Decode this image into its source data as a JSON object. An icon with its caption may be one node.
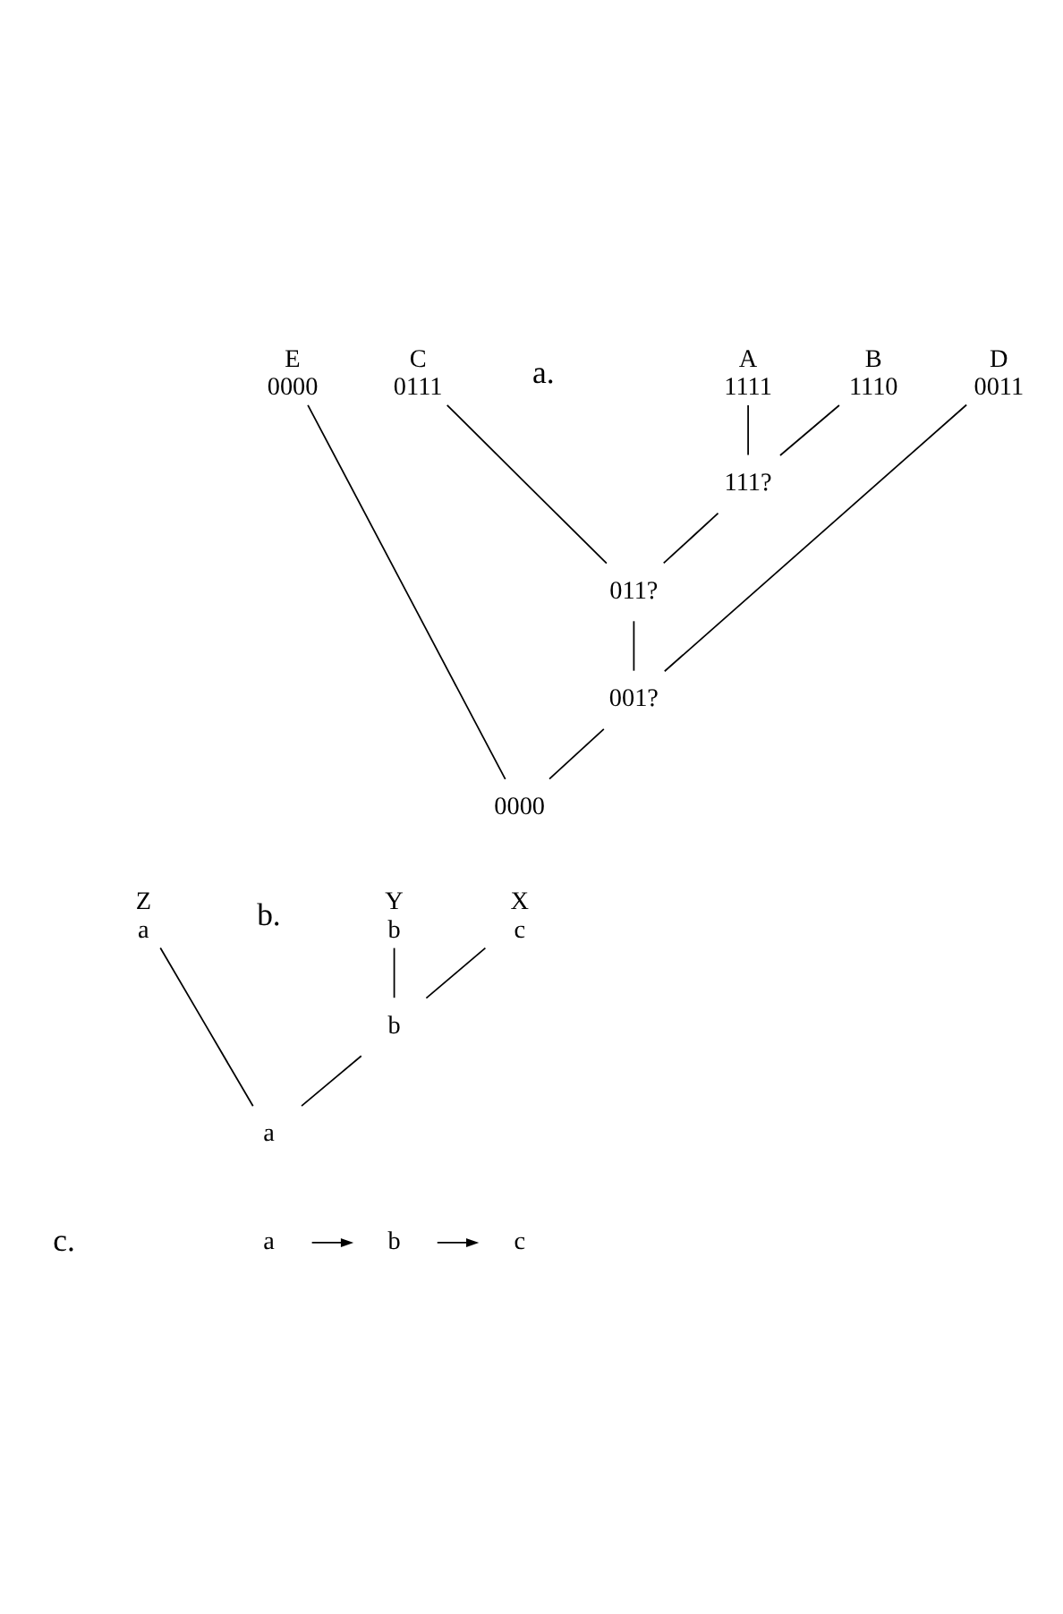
{
  "diagram": {
    "nodes": [
      {
        "text": [
          "A",
          "1111"
        ]
      },
      {
        "text": [
          "B",
          "1110"
        ]
      },
      {
        "text": [
          "C",
          "0111"
        ]
      },
      {
        "text": [
          "D",
          "0011"
        ]
      },
      {
        "text": [
          "E",
          "0000"
        ]
      },
      {
        "text": [
          "111?"
        ]
      },
      {
        "text": [
          "011?"
        ]
      },
      {
        "text": [
          "001?"
        ]
      },
      {
        "text": [
          "0000"
        ]
      },
      {
        "text": [
          "X",
          "c"
        ]
      },
      {
        "text": [
          "Y",
          "b"
        ]
      },
      {
        "text": [
          "Z",
          "a"
        ]
      },
      {
        "text": [
          "b"
        ]
      },
      {
        "text": [
          "a"
        ]
      },
      {
        "text": [
          "a"
        ]
      },
      {
        "text": [
          "b"
        ]
      },
      {
        "text": [
          "c"
        ]
      }
    ],
    "edges": [
      {
        "from": 0,
        "to": 5,
        "arrow": "none"
      },
      {
        "from": 1,
        "to": 5,
        "arrow": "none"
      },
      {
        "from": 5,
        "to": 6,
        "arrow": "none"
      },
      {
        "from": 2,
        "to": 6,
        "arrow": "none"
      },
      {
        "from": 6,
        "to": 7,
        "arrow": "none"
      },
      {
        "from": 3,
        "to": 7,
        "arrow": "none"
      },
      {
        "from": 7,
        "to": 8,
        "arrow": "none"
      },
      {
        "from": 4,
        "to": 8,
        "arrow": "none"
      },
      {
        "from": 9,
        "to": 12,
        "arrow": "none"
      },
      {
        "from": 10,
        "to": 12,
        "arrow": "none"
      },
      {
        "from": 12,
        "to": 13,
        "arrow": "none"
      },
      {
        "from": 11,
        "to": 13,
        "arrow": "none"
      },
      {
        "from": 14,
        "to": 15,
        "arrow": "to"
      },
      {
        "from": 15,
        "to": 16,
        "arrow": "to"
      }
    ],
    "labels": [
      "a.",
      "b.",
      "c."
    ]
  }
}
